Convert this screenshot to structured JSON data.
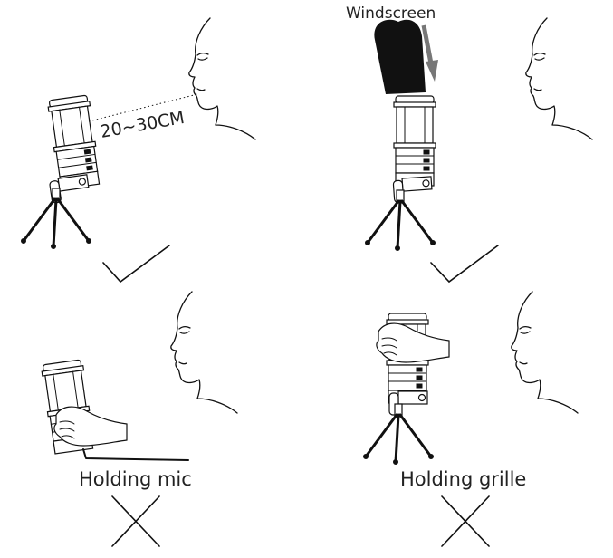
{
  "panels": {
    "top_left": {
      "distance_label": "20~30CM",
      "verdict": "check"
    },
    "top_right": {
      "windscreen_label": "Windscreen",
      "verdict": "check"
    },
    "bottom_left": {
      "caption": "Holding mic",
      "verdict": "cross"
    },
    "bottom_right": {
      "caption": "Holding grille",
      "verdict": "cross"
    }
  },
  "colors": {
    "ink": "#111111",
    "windscreen": "#111111",
    "arrow": "#777777",
    "background": "#ffffff"
  }
}
